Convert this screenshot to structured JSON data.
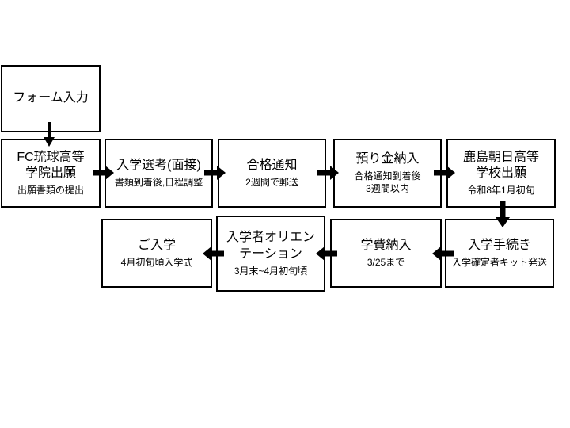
{
  "page": {
    "background_color": "#ffffff",
    "ink_color": "#000000"
  },
  "flowchart": {
    "boxes": [
      {
        "id": "form-input",
        "title": "フォーム入力",
        "subtitle": ""
      },
      {
        "id": "fc-ryukyu-application",
        "title": "FC琉球高等\n学院出願",
        "subtitle": "出願書類の提出"
      },
      {
        "id": "entrance-selection",
        "title": "入学選考(面接)",
        "subtitle": "書類到着後,日程調整"
      },
      {
        "id": "acceptance-notice",
        "title": "合格通知",
        "subtitle": "2週間で郵送"
      },
      {
        "id": "deposit-payment",
        "title": "預り金納入",
        "subtitle": "合格通知到着後\n3週間以内"
      },
      {
        "id": "kashima-asahi-application",
        "title": "鹿島朝日高等\n学校出願",
        "subtitle": "令和8年1月初旬"
      },
      {
        "id": "enrollment-procedure",
        "title": "入学手続き",
        "subtitle": "入学確定者キット発送"
      },
      {
        "id": "tuition-payment",
        "title": "学費納入",
        "subtitle": "3/25まで"
      },
      {
        "id": "orientation",
        "title": "入学者オリエン\nテーション",
        "subtitle": "3月末~4月初旬頃"
      },
      {
        "id": "admission",
        "title": "ご入学",
        "subtitle": "4月初旬頃入学式"
      }
    ]
  }
}
